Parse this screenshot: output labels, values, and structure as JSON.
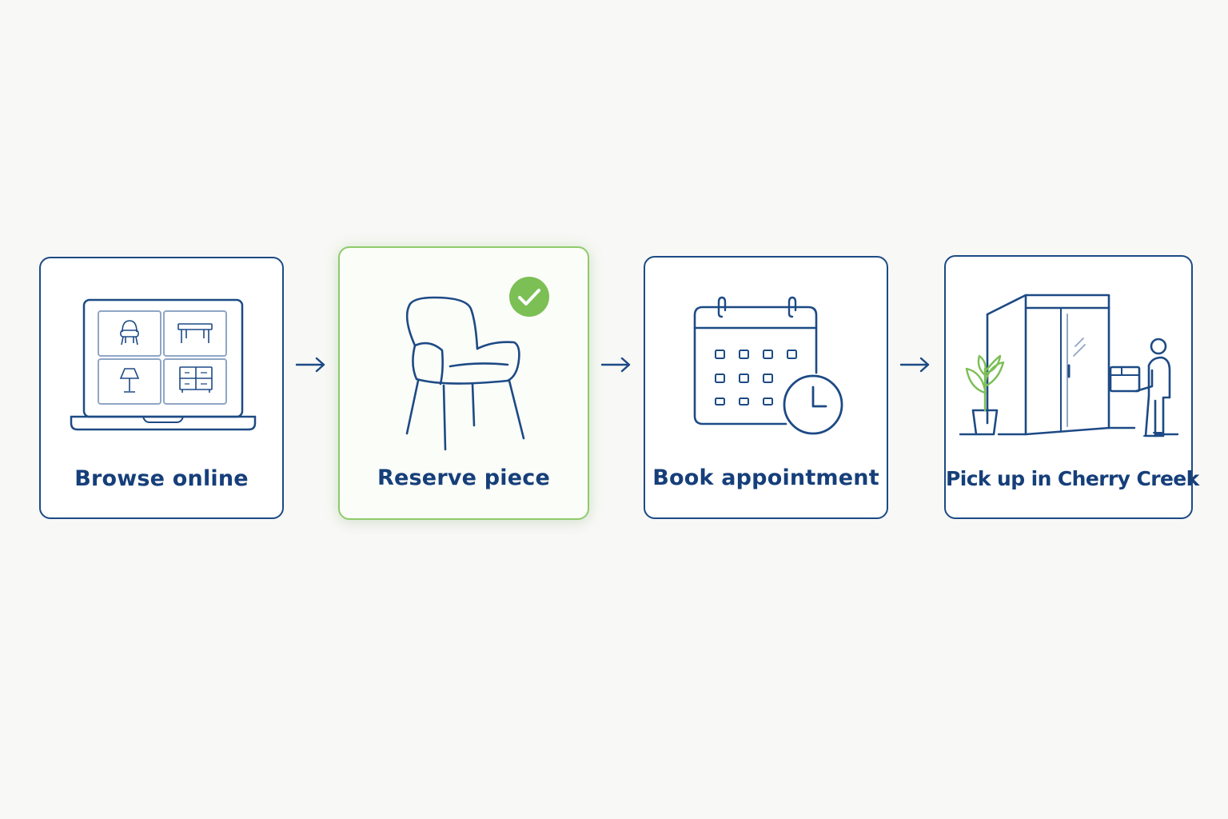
{
  "flow": {
    "steps": [
      {
        "label": "Browse online",
        "icon": "laptop-catalog-icon",
        "active": false
      },
      {
        "label": "Reserve piece",
        "icon": "armchair-icon",
        "active": true,
        "badge": "check-badge-icon"
      },
      {
        "label": "Book appointment",
        "icon": "calendar-clock-icon",
        "active": false
      },
      {
        "label": "Pick up in Cherry Creek",
        "icon": "storefront-pickup-icon",
        "active": false
      }
    ],
    "connector": "arrow-right-icon"
  },
  "colors": {
    "primary": "#1d4a85",
    "text": "#163f7a",
    "accent_green": "#7cbf55",
    "active_border": "#8fcb6b",
    "secondary_line": "#8fa6c6",
    "background": "#f8f8f6"
  }
}
